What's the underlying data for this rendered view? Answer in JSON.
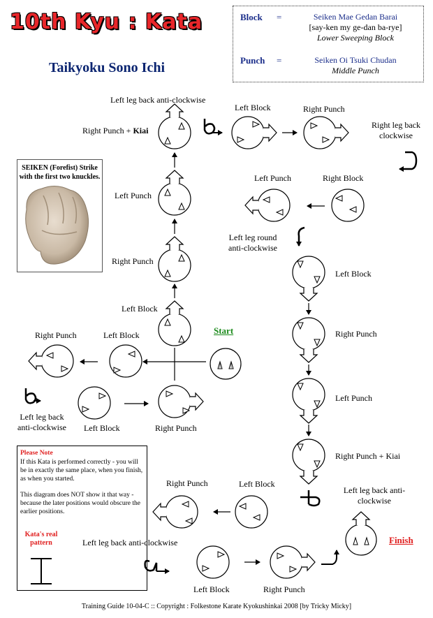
{
  "header": {
    "title": "10th Kyu : Kata",
    "subtitle": "Taikyoku Sono Ichi"
  },
  "legend": {
    "block": {
      "term": "Block",
      "eq": "=",
      "japanese": "Seiken Mae Gedan Barai",
      "pronunciation": "[say-ken my ge-dan ba-rye]",
      "english": "Lower Sweeping Block"
    },
    "punch": {
      "term": "Punch",
      "eq": "=",
      "japanese": "Seiken Oi Tsuki Chudan",
      "english": "Middle Punch"
    }
  },
  "seiken": {
    "text": "SEIKEN (Forefist) Strike with the first two knuckles."
  },
  "labels": {
    "left_leg_back_anticlockwise_top": "Left leg back anti-clockwise",
    "right_punch_kiai_top": "Right Punch + ",
    "kiai_word": "Kiai",
    "left_punch_col": "Left Punch",
    "right_punch_col": "Right Punch",
    "left_block_col": "Left Block",
    "top_left_block": "Left Block",
    "top_right_punch": "Right Punch",
    "right_leg_back_clockwise": "Right leg back clockwise",
    "row3_left_punch": "Left Punch",
    "row3_right_block": "Right Block",
    "left_leg_round": "Left leg round anti-clockwise",
    "right_col_left_block": "Left Block",
    "right_col_right_punch": "Right Punch",
    "right_col_left_punch": "Left Punch",
    "right_col_right_punch_kiai": "Right Punch + Kiai",
    "left_leg_back_anticlockwise_right": "Left leg back anti- clockwise",
    "bottom_right_punch": "Right Punch",
    "bottom_left_block": "Left Block",
    "left_leg_back_anticlockwise_bottom": "Left leg back anti-clockwise",
    "final_left_block": "Left Block",
    "final_right_punch": "Right Punch",
    "mid_right_punch": "Right Punch",
    "mid_left_block": "Left Block",
    "left_leg_back_anticlockwise_left": "Left leg back anti-clockwise",
    "lower_left_block": "Left Block",
    "lower_right_punch": "Right Punch",
    "start": "Start",
    "finish": "Finish"
  },
  "note": {
    "heading": "Please Note",
    "p1": "If this Kata is performed correctly - you will be in exactly the same place, when you finish, as when you started.",
    "p2": "This diagram does NOT show it that way - because the later positions would obscure the earlier positions.",
    "real_pattern": "Kata's real pattern"
  },
  "footer": {
    "text": "Training Guide  10-04-C   ::   Copyright : Folkestone Karate Kyokushinkai  2008 [by Tricky Micky]"
  },
  "colors": {
    "title": "#e8262a",
    "subtitle": "#0a2470",
    "start": "#1b8a1b",
    "finish": "#e02020"
  }
}
